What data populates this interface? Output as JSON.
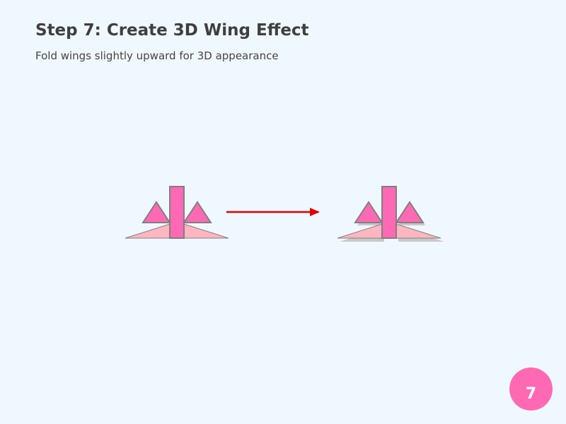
{
  "title": "Step 7: Create 3D Wing Effect",
  "subtitle": "Fold wings slightly upward for 3D appearance",
  "step_number": "7",
  "colors": {
    "background": "#f0f8ff",
    "body_pink": "#ff69b4",
    "wing_pink": "#ffb6c1",
    "outline": "#808080",
    "shadow": "#c8c8c8",
    "arrow": "#e00000",
    "badge": "#ff69b4"
  }
}
